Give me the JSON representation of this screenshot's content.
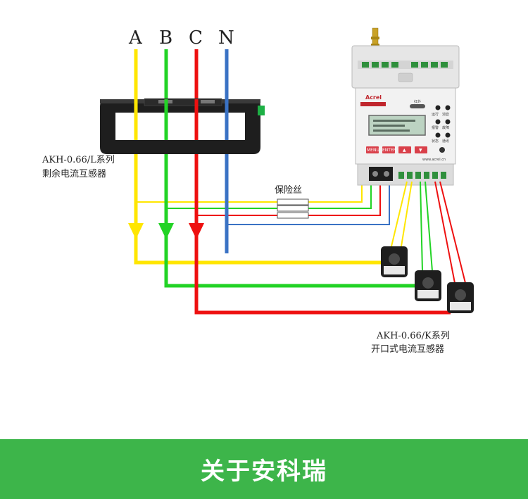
{
  "diagram": {
    "phases": [
      "A",
      "B",
      "C",
      "N"
    ],
    "residual_ct": {
      "model": "AKH-0.66/L系列",
      "name": "剩余电流互感器"
    },
    "split_ct": {
      "model": "AKH-0.66/K系列",
      "name": "开口式电流互感器"
    },
    "fuse_label": "保险丝",
    "device": {
      "brand": "Acrel",
      "indicator_label": "红外",
      "side_labels": [
        "运行",
        "消音",
        "报警",
        "故障",
        "状态",
        "通讯"
      ],
      "button_labels": [
        "MENU",
        "ENTER",
        "▲",
        "▼"
      ],
      "website": "www.acrel.cn"
    },
    "colors": {
      "A": "#ffe600",
      "B": "#22d325",
      "C": "#ee1010",
      "N": "#3a72c4",
      "banner": "#3db54a"
    }
  },
  "banner": {
    "title": "关于安科瑞"
  }
}
